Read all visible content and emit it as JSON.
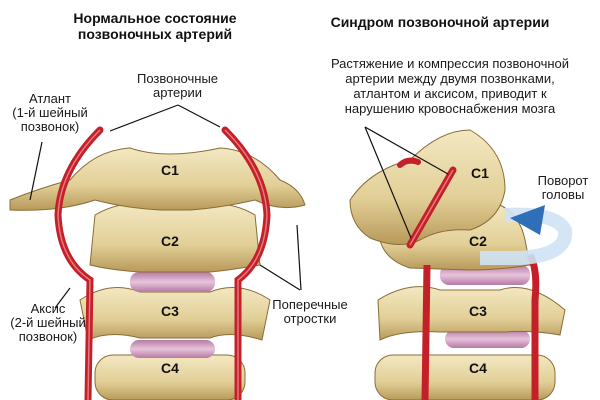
{
  "left_panel": {
    "title_line1": "Нормальное состояние",
    "title_line2": "позвоночных артерий",
    "labels": {
      "atlas": [
        "Атлант",
        "(1-й шейный",
        "позвонок)"
      ],
      "vertebral_arteries": [
        "Позвоночные",
        "артерии"
      ],
      "axis": [
        "Аксис",
        "(2-й шейный",
        "позвонок)"
      ],
      "transverse_processes": [
        "Поперечные",
        "отростки"
      ]
    },
    "vertebrae": [
      "C1",
      "C2",
      "C3",
      "C4"
    ]
  },
  "right_panel": {
    "title": "Синдром позвоночной артерии",
    "description": [
      "Растяжение и компрессия позвоночной",
      "артерии между двумя позвонками,",
      "атлантом и аксисом, приводит к",
      "нарушению кровоснабжения мозга"
    ],
    "rotation_label": [
      "Поворот",
      "головы"
    ],
    "vertebrae": [
      "C1",
      "C2",
      "C3",
      "C4"
    ]
  },
  "colors": {
    "bone": "#e8d9a8",
    "bone_shadow": "#b89a5a",
    "artery": "#c4202a",
    "artery_highlight": "#f4a0a0",
    "disc": "#d9a6c8",
    "arrow_blue": "#2f6fb8",
    "arrow_light": "#cfe2f5"
  }
}
